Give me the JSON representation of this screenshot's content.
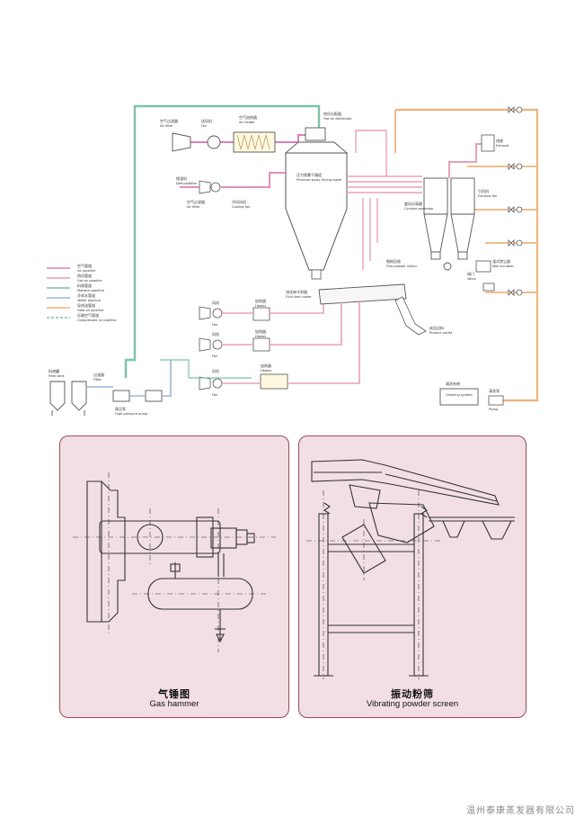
{
  "colors": {
    "air": "#e07fb7",
    "steam": "#e8a0b8",
    "material": "#7cc4a4",
    "water": "#9ab7d6",
    "oil": "#f0b27a",
    "panel_bg": "#f2dfe3",
    "panel_border": "#9a4b57"
  },
  "legend": [
    {
      "cn": "空气管道",
      "en": "Air pipeline"
    },
    {
      "cn": "热风管道",
      "en": "Hot air pipeline"
    },
    {
      "cn": "料液管道",
      "en": "Material pipeline"
    },
    {
      "cn": "冷却水管道",
      "en": "Water pipeline"
    },
    {
      "cn": "导热油管道",
      "en": "Heat oil pipeline"
    },
    {
      "cn": "压缩空气管道",
      "en": "Compressed air pipeline"
    }
  ],
  "flow": {
    "air_filter": {
      "cn": "空气过滤器",
      "en": "Air filter"
    },
    "fan": {
      "cn": "送风机",
      "en": "Fan"
    },
    "air_heater": {
      "cn": "空气加热器",
      "en": "Air heater"
    },
    "distributor": {
      "cn": "热风分配器",
      "en": "Hot air distributor"
    },
    "drying_tower": {
      "cn": "压力喷雾干燥塔",
      "en": "Pressure spray drying tower"
    },
    "cooling_fan": {
      "cn": "冷风风机",
      "en": "Cooling fan"
    },
    "air_filter_2": {
      "cn": "空气过滤器",
      "en": "Air filter"
    },
    "cyclone": {
      "cn": "旋风分离器",
      "en": "Cyclone separator"
    },
    "exhaust_fan": {
      "cn": "引风机",
      "en": "Exhaust fan"
    },
    "exhaust": {
      "cn": "排放",
      "en": "Exhaust"
    },
    "scrubber": {
      "cn": "湿式除尘器",
      "en": "Wet scrubber"
    },
    "vibrating_bed": {
      "cn": "流化床冷却器",
      "en": "Fluid bed cooler"
    },
    "fine_powder": {
      "cn": "细粉回收",
      "en": "Fine powder return"
    },
    "product": {
      "cn": "成品出料",
      "en": "Product outlet"
    },
    "heater_1": {
      "cn": "加热器",
      "en": "Heater"
    },
    "heater_2": {
      "cn": "加热器",
      "en": "Heater"
    },
    "heater_3": {
      "cn": "加热器",
      "en": "Heater"
    },
    "fan_1": {
      "cn": "风机",
      "en": "Fan"
    },
    "fan_2": {
      "cn": "风机",
      "en": "Fan"
    },
    "fan_3": {
      "cn": "风机",
      "en": "Fan"
    },
    "dehumidifier": {
      "cn": "除湿机",
      "en": "Dehumidifier"
    },
    "feed_tank": {
      "cn": "料液罐",
      "en": "Feed tank"
    },
    "filter": {
      "cn": "过滤器",
      "en": "Filter"
    },
    "hp_pump": {
      "cn": "高压泵",
      "en": "High pressure pump"
    },
    "cleaning": {
      "cn": "清洗系统",
      "en": "Cleaning system"
    },
    "pump": {
      "cn": "清洗泵",
      "en": "Pump"
    },
    "valve": {
      "cn": "阀门",
      "en": "Valve"
    }
  },
  "panels": [
    {
      "cn": "气锤图",
      "en": "Gas hammer"
    },
    {
      "cn": "振动粉筛",
      "en": "Vibrating powder screen"
    }
  ],
  "footer": "温州泰康蒸发器有限公司"
}
